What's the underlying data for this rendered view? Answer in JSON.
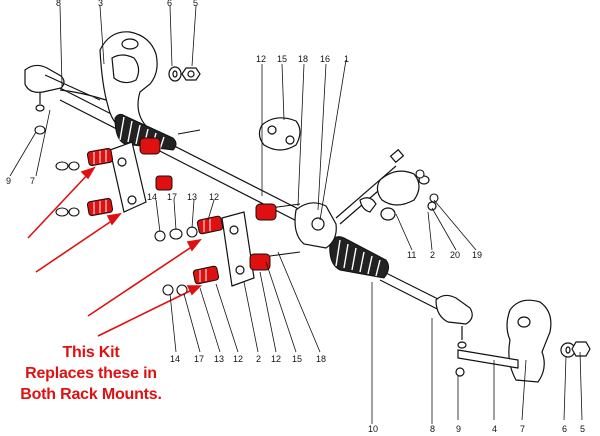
{
  "caption": {
    "line1": "This Kit",
    "line2": "Replaces these in",
    "line3": "Both Rack Mounts."
  },
  "callouts": {
    "c8_top": "8",
    "c3_top": "3",
    "c6_top": "6",
    "c5_top": "5",
    "c12_a": "12",
    "c15_a": "15",
    "c18_a": "18",
    "c16": "16",
    "c1": "1",
    "c9_left": "9",
    "c7_left": "7",
    "c14_a": "14",
    "c17_a": "17",
    "c13_a": "13",
    "c12_b": "12",
    "c11": "11",
    "c2_a": "2",
    "c20": "20",
    "c19": "19",
    "c14_b": "14",
    "c17_b": "17",
    "c13_b": "13",
    "c12_c": "12",
    "c2_b": "2",
    "c12_d": "12",
    "c15_b": "15",
    "c18_b": "18",
    "c10": "10",
    "c8_bottom": "8",
    "c9_bottom": "9",
    "c4": "4",
    "c7_bottom": "7",
    "c6_bottom": "6",
    "c5_bottom": "5"
  },
  "colors": {
    "highlight": "#e01010",
    "line": "#111111"
  }
}
